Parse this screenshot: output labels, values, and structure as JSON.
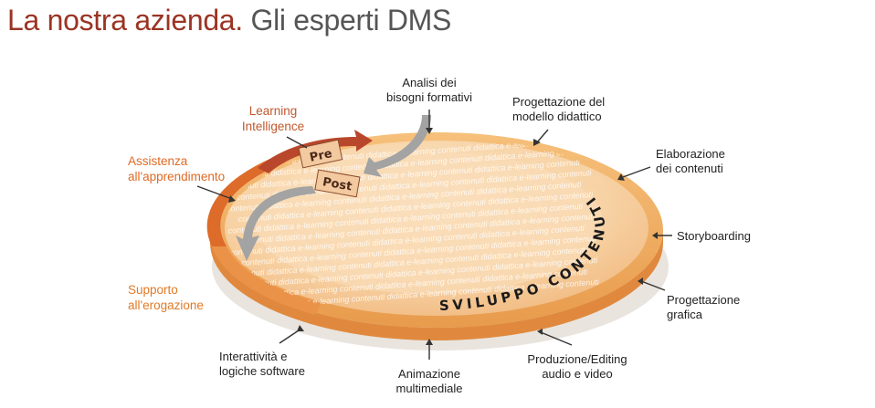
{
  "slide": {
    "title_main": "La nostra azienda.",
    "title_sub": "Gli esperti DMS"
  },
  "diagram": {
    "core_label": "SVILUPPO CONTENUTI",
    "tag_pre": "Pre",
    "tag_post": "Post",
    "watermark_line": "contenuti  didattica  e-learning  contenuti  didattica  e-learning  contenuti  didattica  e-learning  contenuti",
    "labels": {
      "analisi": "Analisi dei\nbisogni formativi",
      "progettazione_modello": "Progettazione del\nmodello didattico",
      "elaborazione": "Elaborazione\ndei contenuti",
      "storyboarding": "Storyboarding",
      "progettazione_grafica": "Progettazione\ngrafica",
      "produzione": "Produzione/Editing\naudio e video",
      "animazione": "Animazione\nmultimediale",
      "interattivita": "Interattività e\nlogiche software",
      "supporto": "Supporto\nall'erogazione",
      "assistenza": "Assistenza\nall'apprendimento",
      "learning_intelligence": "Learning\nIntelligence"
    },
    "colors": {
      "title_red": "#9b3424",
      "title_gray": "#555555",
      "ring_orange": "#f2b266",
      "disc_fill": "#f8d7ad",
      "segment_dark_orange": "#dd6b2a",
      "segment_mid_orange": "#ea9248",
      "pre_arrow": "#b9472b",
      "post_tag": "#f3c9a0",
      "gray_arrow": "#9a9a9a"
    }
  }
}
